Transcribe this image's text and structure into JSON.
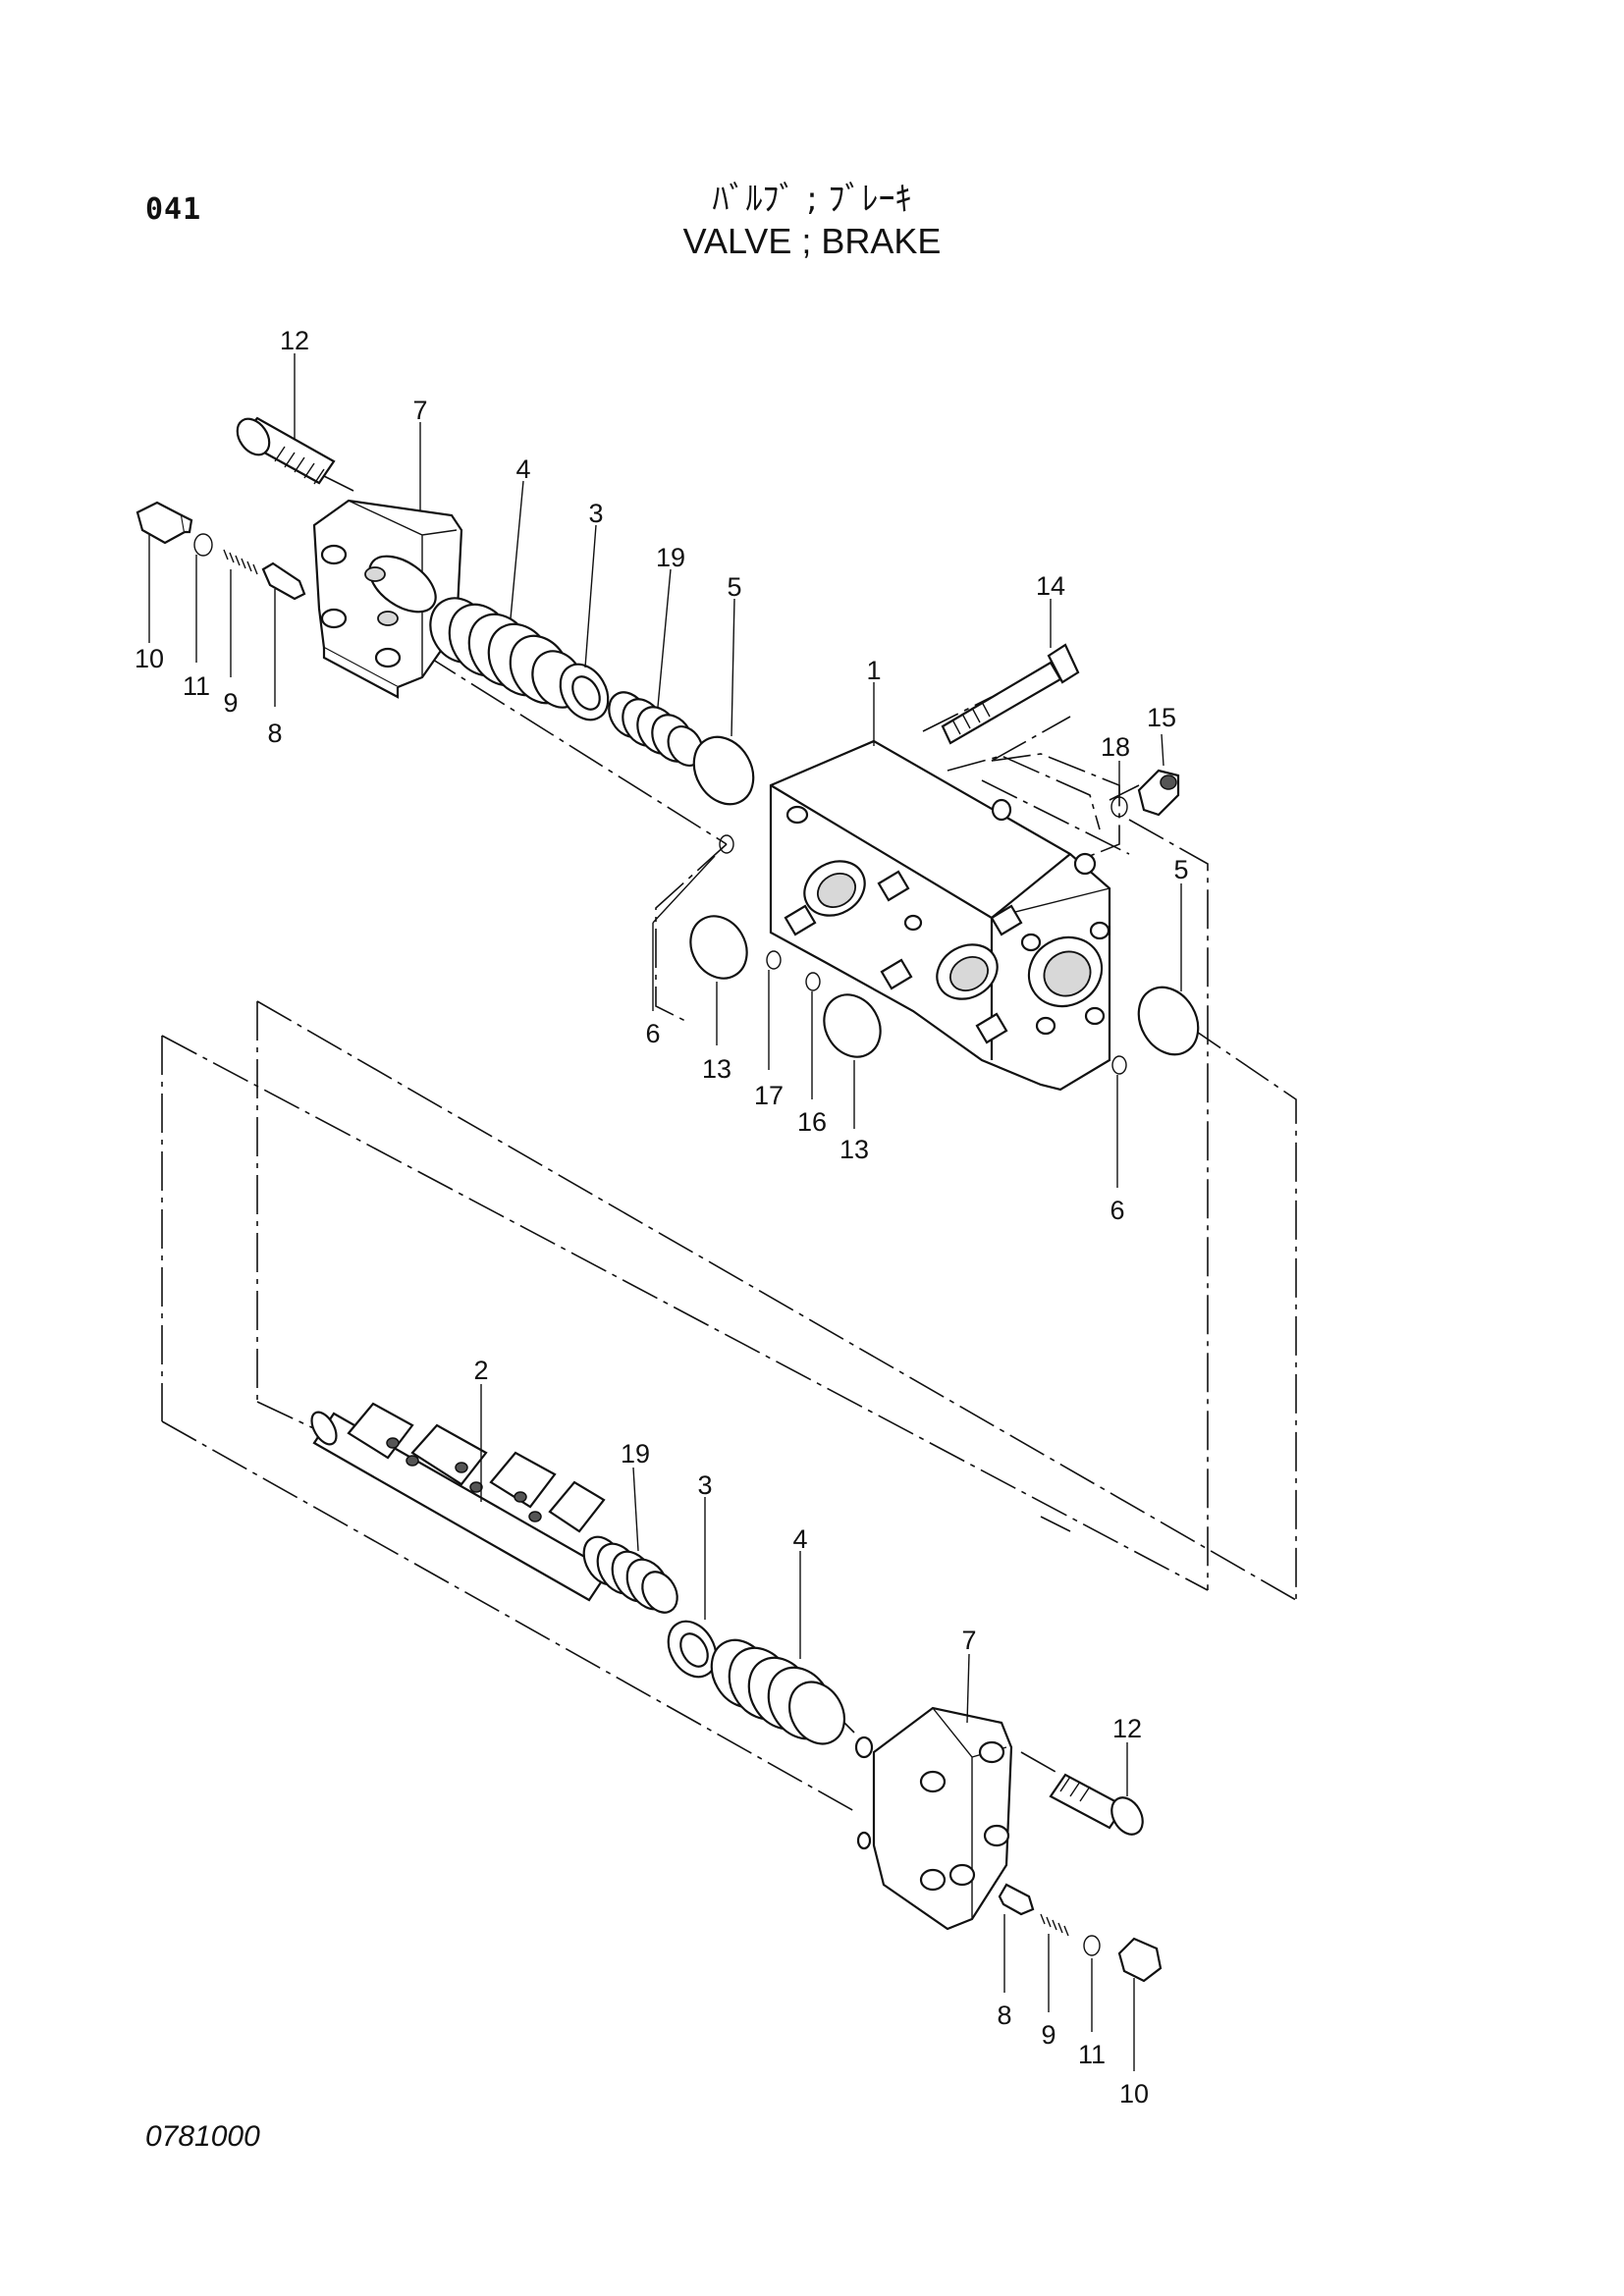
{
  "header": {
    "page_code": "041",
    "title_jp": "ﾊﾞﾙﾌﾞ ; ﾌﾞﾚｰｷ",
    "title_en": "VALVE ; BRAKE"
  },
  "footer": {
    "drawing_code": "0781000"
  },
  "callouts": [
    "12",
    "7",
    "4",
    "3",
    "19",
    "5",
    "10",
    "11",
    "9",
    "8",
    "14",
    "1",
    "18",
    "15",
    "5",
    "6",
    "13",
    "17",
    "16",
    "13",
    "6",
    "2",
    "19",
    "3",
    "4",
    "7",
    "12",
    "8",
    "9",
    "11",
    "10"
  ]
}
